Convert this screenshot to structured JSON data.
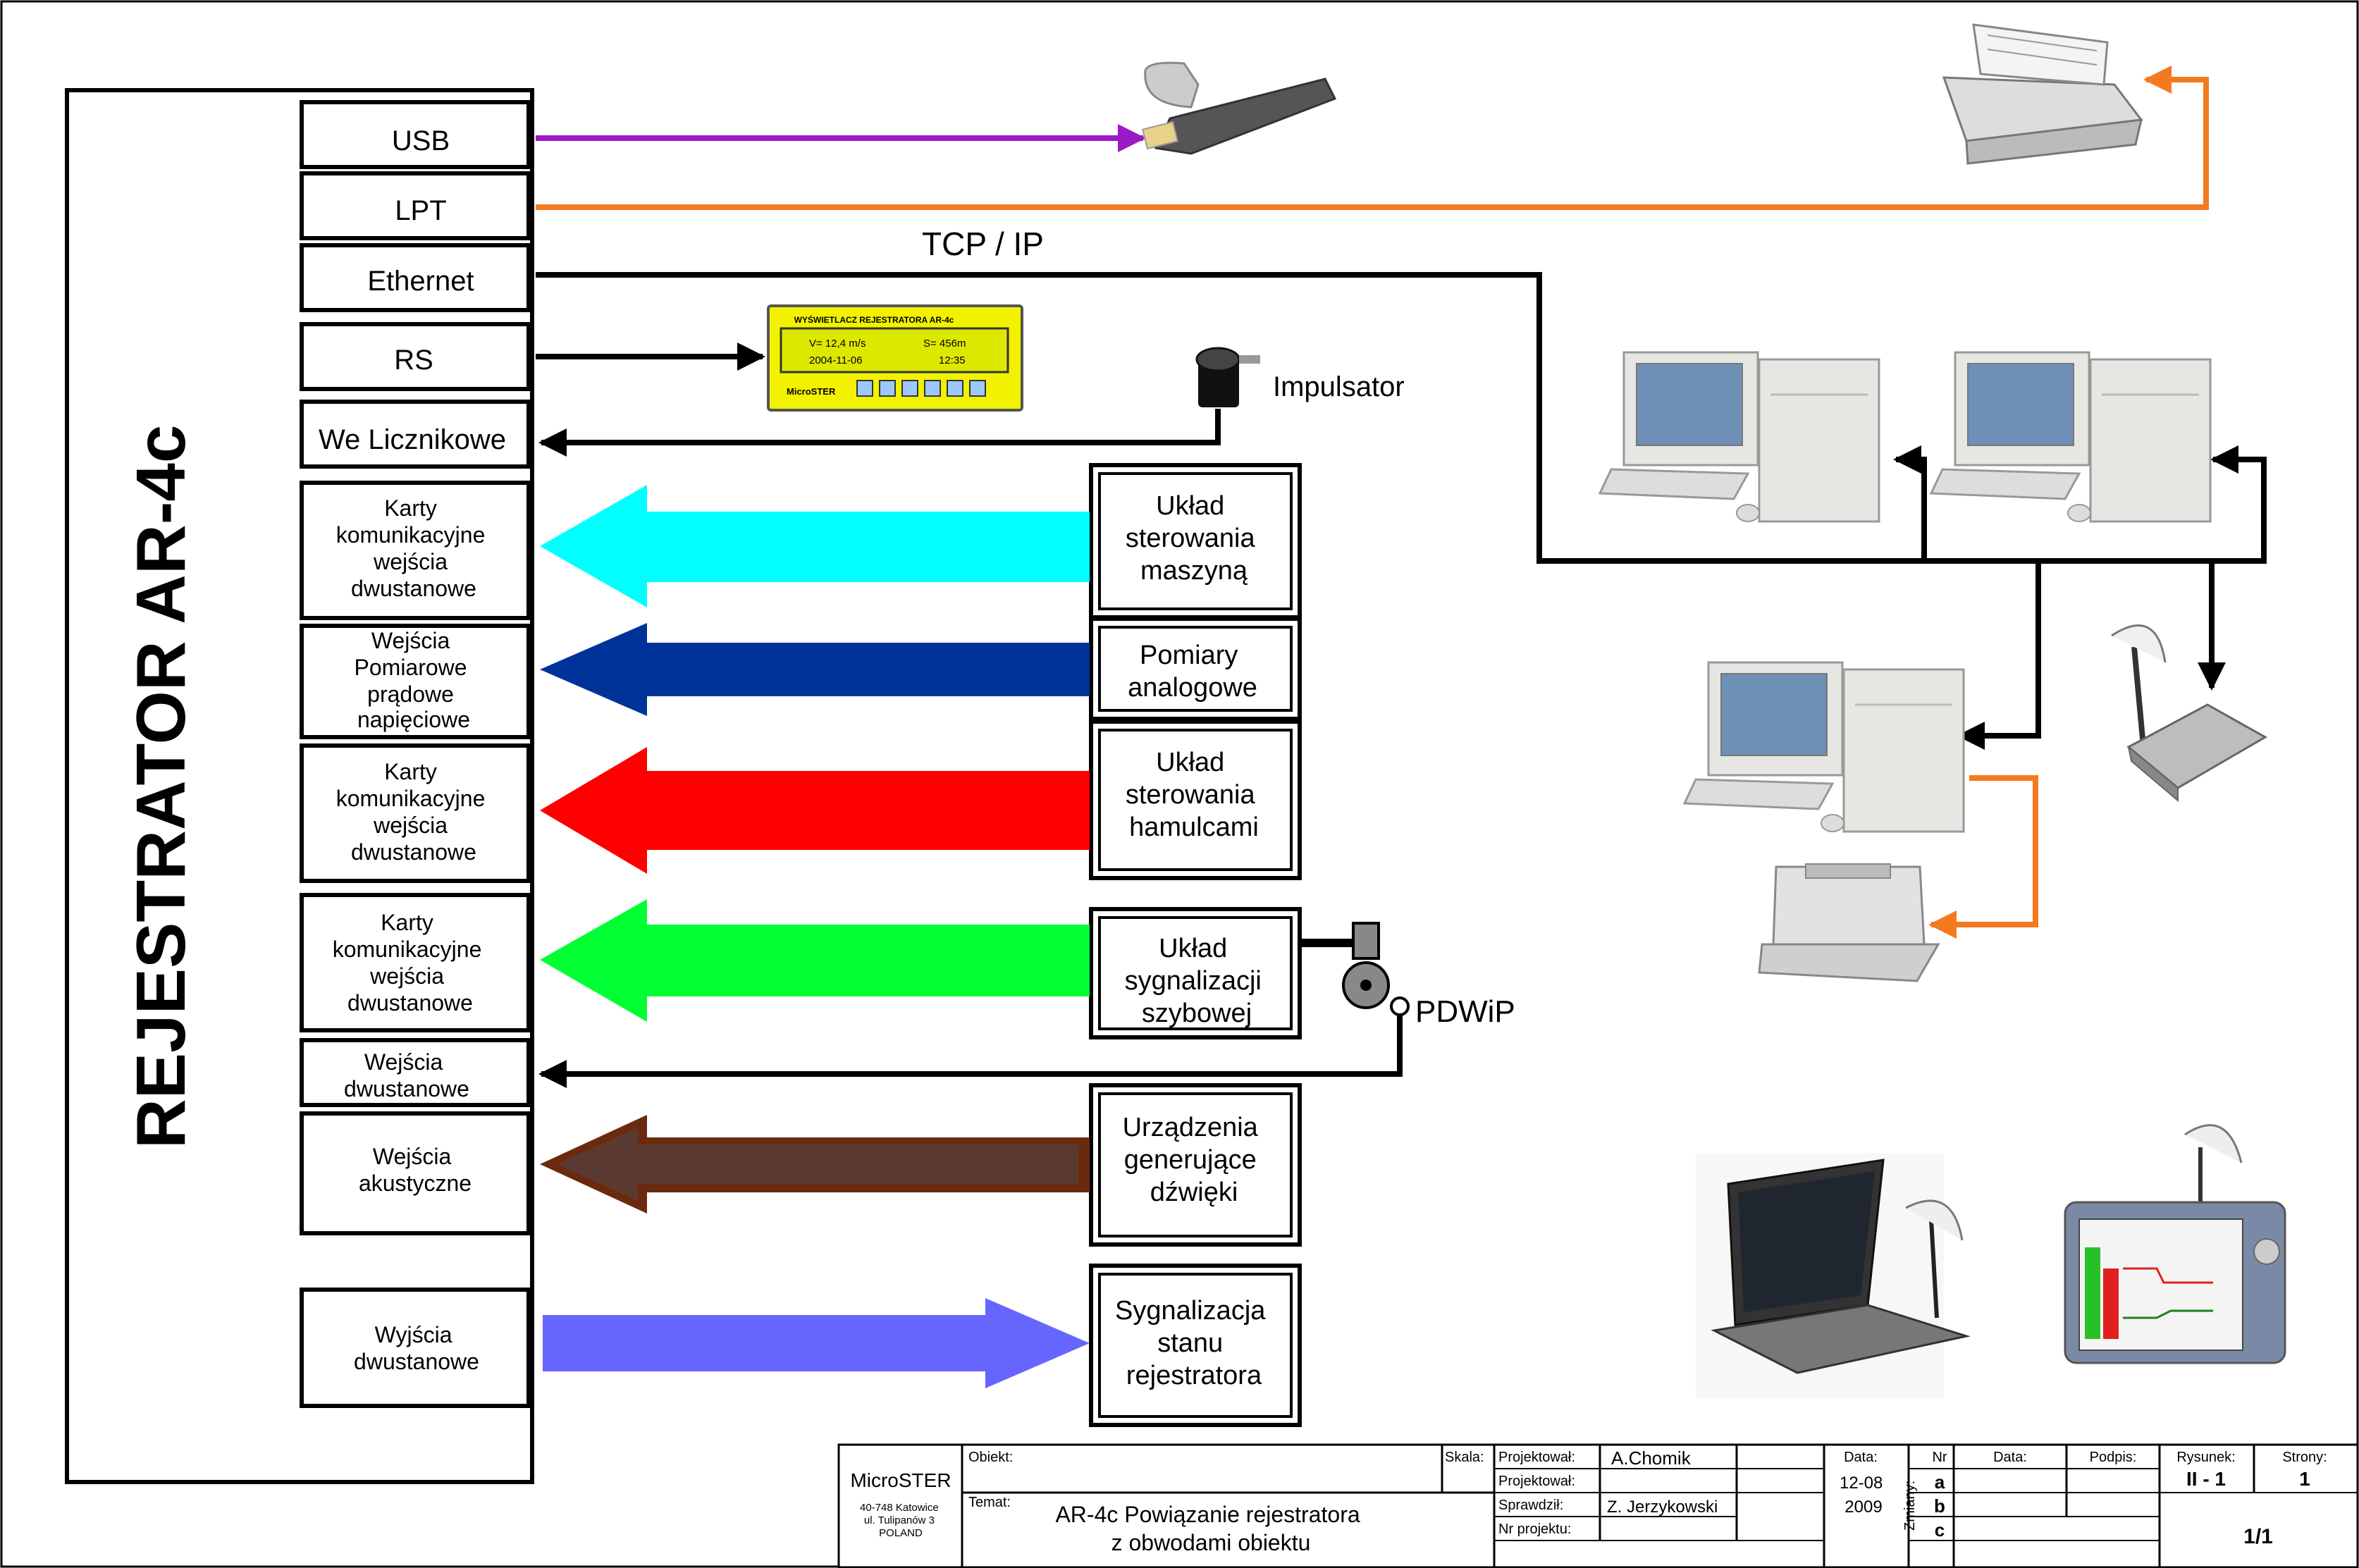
{
  "title": "REJESTRATOR  AR-4c",
  "interfaces": [
    "USB",
    "LPT",
    "Ethernet",
    "RS",
    "We Licznikowe"
  ],
  "inputs": [
    [
      "Karty",
      "komunikacyjne",
      "wejścia",
      "dwustanowe"
    ],
    [
      "Wejścia",
      "Pomiarowe",
      "prądowe",
      "napięciowe"
    ],
    [
      "Karty",
      "komunikacyjne",
      "wejścia",
      "dwustanowe"
    ],
    [
      "Karty",
      "komunikacyjne",
      "wejścia",
      "dwustanowe"
    ],
    [
      "Wejścia",
      "dwustanowe"
    ],
    [
      "Wejścia",
      "akustyczne"
    ],
    [
      "Wyjścia",
      "dwustanowe"
    ]
  ],
  "sources": [
    [
      "Układ",
      "sterowania",
      "maszyną"
    ],
    [
      "Pomiary",
      "analogowe"
    ],
    [
      "Układ",
      "sterowania",
      "hamulcami"
    ],
    [
      "Układ",
      "sygnalizacji",
      "szybowej"
    ],
    [
      "Urządzenia",
      "generujące",
      "dźwięki"
    ],
    [
      "Sygnalizacja",
      "stanu",
      "rejestratora"
    ]
  ],
  "labels": {
    "tcpip": "TCP / IP",
    "impulsator": "Impulsator",
    "pdwip": "PDWiP"
  },
  "display": {
    "title": "WYŚWIETLACZ REJESTRATORA AR-4c",
    "line1_left": "V= 12,4 m/s",
    "line1_right": "S= 456m",
    "line2_left": "2004-11-06",
    "line2_right": "12:35",
    "logo": "MicroSTER"
  },
  "colors": {
    "usb": "#9a1ac8",
    "lpt": "#f47a1f",
    "cyan": "#00ffff",
    "blue": "#003399",
    "red": "#ff0000",
    "green": "#00ff33",
    "brown": "#6b2a0e",
    "violet": "#6666ff",
    "lcd": "#f2f200"
  },
  "titleblock": {
    "company": "MicroSTER",
    "address": [
      "40-748 Katowice",
      "ul. Tulipanów 3",
      "POLAND"
    ],
    "obiekt_label": "Obiekt:",
    "temat_label": "Temat:",
    "temat": [
      "AR-4c Powiązanie rejestratora",
      "z obwodami obiektu"
    ],
    "skala_label": "Skala:",
    "projektowal_label": "Projektował:",
    "sprawdzil_label": "Sprawdził:",
    "nr_projektu_label": "Nr projektu:",
    "projektowal": "A.Chomik",
    "sprawdzil": "Z. Jerzykowski",
    "data_label": "Data:",
    "data": [
      "12-08",
      "2009"
    ],
    "zmiany_label": "Zmiany:",
    "nr_label": "Nr",
    "podpis_label": "Podpis:",
    "rows": [
      "a",
      "b",
      "c"
    ],
    "rysunek_label": "Rysunek:",
    "rysunek": "II - 1",
    "strony_label": "Strony:",
    "strony": "1",
    "sheet": "1/1"
  }
}
